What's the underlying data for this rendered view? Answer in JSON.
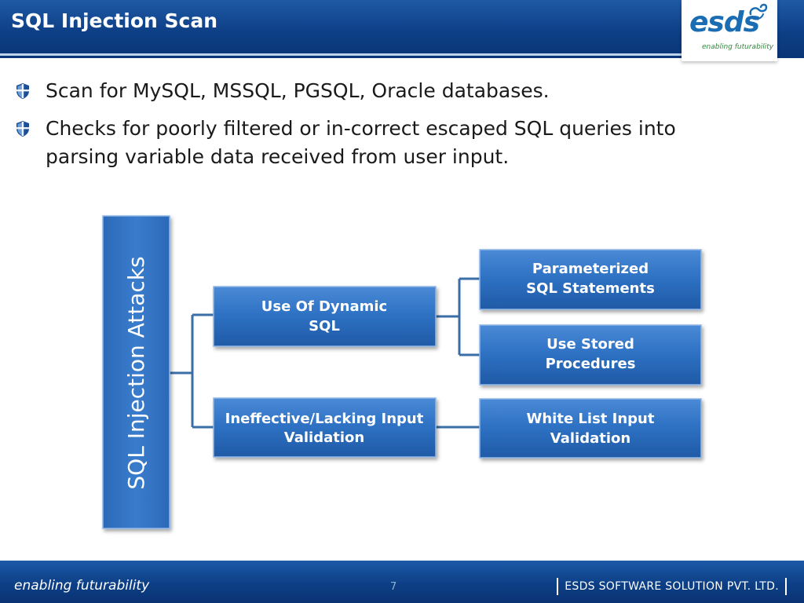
{
  "slide": {
    "title": "SQL Injection Scan",
    "page_number": "7"
  },
  "logo": {
    "name": "esds",
    "tagline": "enabling futurability"
  },
  "bullets": [
    "Scan for MySQL, MSSQL, PGSQL, Oracle databases.",
    "Checks for poorly filtered or in-correct escaped SQL queries into parsing variable data received from user input."
  ],
  "diagram": {
    "root": "SQL Injection Attacks",
    "branches": [
      {
        "label_lines": [
          "Use Of Dynamic",
          "SQL"
        ],
        "children": [
          [
            "Parameterized",
            "SQL Statements"
          ],
          [
            "Use Stored",
            "Procedures"
          ]
        ]
      },
      {
        "label_lines": [
          "Ineffective/Lacking Input",
          "Validation"
        ],
        "children": [
          [
            "White List Input",
            "Validation"
          ]
        ]
      }
    ]
  },
  "footer": {
    "tagline": "enabling futurability",
    "company": "ESDS SOFTWARE SOLUTION PVT. LTD."
  },
  "colors": {
    "header_blue": "#0d3f86",
    "node_blue": "#2f72c4",
    "connector": "#3a6ea8",
    "logo_blue": "#1a6db3",
    "logo_green": "#2e8b3a"
  }
}
